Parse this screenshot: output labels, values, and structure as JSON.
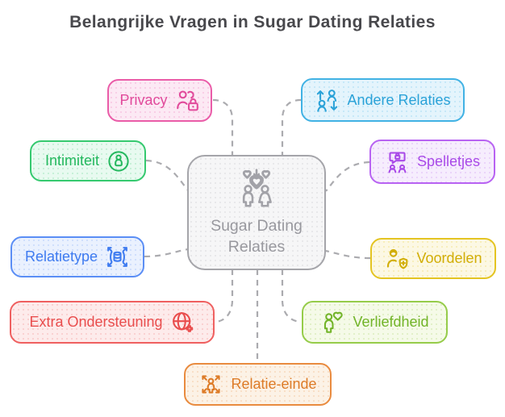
{
  "title": "Belangrijke Vragen in Sugar Dating Relaties",
  "center": {
    "label": "Sugar Dating Relaties",
    "icon": "couple-hearts-icon",
    "colors": {
      "border": "#a5a5aa",
      "background": "#f6f6f7",
      "text": "#98989e"
    }
  },
  "nodes": [
    {
      "id": "privacy",
      "label": "Privacy",
      "icon": "users-lock-icon",
      "icon_side": "right",
      "colors": {
        "border": "#ea5ca8",
        "background": "#fce9f4",
        "text": "#e14a9b"
      }
    },
    {
      "id": "andere-relaties",
      "label": "Andere Relaties",
      "icon": "people-swap-icon",
      "icon_side": "left",
      "colors": {
        "border": "#41b2e4",
        "background": "#e4f4fc",
        "text": "#2aa2d8"
      }
    },
    {
      "id": "intimiteit",
      "label": "Intimiteit",
      "icon": "person-in-circle-icon",
      "icon_side": "right",
      "colors": {
        "border": "#35c96f",
        "background": "#e8faf0",
        "text": "#24b85e"
      }
    },
    {
      "id": "spelletjes",
      "label": "Spelletjes",
      "icon": "chat-lock-people-icon",
      "icon_side": "left",
      "colors": {
        "border": "#b863f2",
        "background": "#f6edfd",
        "text": "#a94ae8"
      }
    },
    {
      "id": "relatietype",
      "label": "Relatietype",
      "icon": "database-expand-icon",
      "icon_side": "right",
      "colors": {
        "border": "#5b8ef5",
        "background": "#eaf1fe",
        "text": "#3e7bf0"
      }
    },
    {
      "id": "voordelen",
      "label": "Voordelen",
      "icon": "person-shield-plus-icon",
      "icon_side": "left",
      "colors": {
        "border": "#e4c422",
        "background": "#fcf8e4",
        "text": "#d2ae08"
      }
    },
    {
      "id": "extra-ondersteuning",
      "label": "Extra Ondersteuning",
      "icon": "globe-plus-icon",
      "icon_side": "right",
      "colors": {
        "border": "#ef6060",
        "background": "#fdebeb",
        "text": "#e94d4d"
      }
    },
    {
      "id": "verliefdheid",
      "label": "Verliefdheid",
      "icon": "person-heart-icon",
      "icon_side": "left",
      "colors": {
        "border": "#96cc4a",
        "background": "#f5fae8",
        "text": "#72b428"
      }
    },
    {
      "id": "relatie-einde",
      "label": "Relatie-einde",
      "icon": "person-expand-icon",
      "icon_side": "left",
      "colors": {
        "border": "#e98b3f",
        "background": "#fcf2e6",
        "text": "#dd7b27"
      }
    }
  ],
  "connector_color": "#ababaf"
}
